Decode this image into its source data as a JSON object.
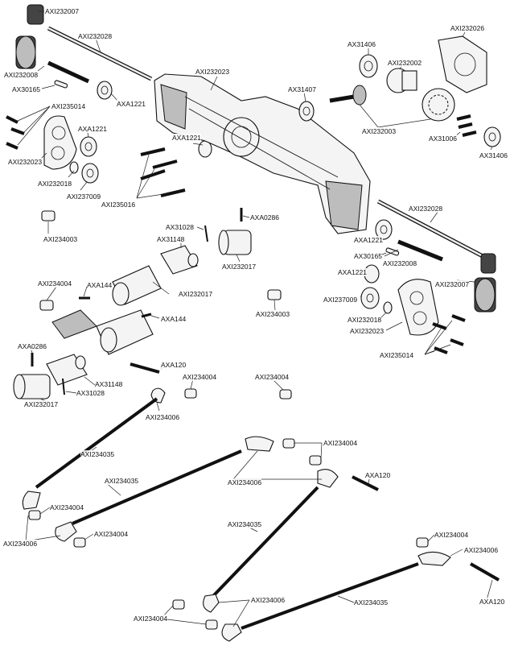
{
  "diagram": {
    "title": "",
    "labels": {
      "axi232007_top": "AXI232007",
      "axi232028_top": "AXI232028",
      "axi232008_top": "AXI232008",
      "ax30165_top": "AX30165",
      "axi235014_top": "AXI235014",
      "axa1221_a": "AXA1221",
      "axi232023_top": "AXI232023",
      "axa1221_b": "AXA1221",
      "axi232018_top": "AXI232018",
      "axi237009_top": "AXI237009",
      "axa1221_c": "AXA1221",
      "axi235016": "AXI235016",
      "axi232023_housing": "AXI232023",
      "ax31406_top": "AX31406",
      "axi232002": "AXI232002",
      "axi232026": "AXI232026",
      "ax31407": "AX31407",
      "axi232003": "AXI232003",
      "ax31006": "AX31006",
      "ax31406_right": "AX31406",
      "axi232028_right": "AXI232028",
      "axa1221_right1": "AXA1221",
      "ax30165_right": "AX30165",
      "axi232008_right": "AXI232008",
      "axa1221_right2": "AXA1221",
      "axi232007_right": "AXI232007",
      "axi237009_right": "AXI237009",
      "axi232018_right": "AXI232018",
      "axi232023_right": "AXI232023",
      "axi235014_right": "AXI235014",
      "axi234003_left": "AXI234003",
      "ax31028_top": "AX31028",
      "axa0286_top": "AXA0286",
      "ax31148_top": "AX31148",
      "axi232017_top": "AXI232017",
      "axi234004_mid": "AXI234004",
      "axa144_a": "AXA144",
      "axi232017_mid": "AXI232017",
      "axa144_b": "AXA144",
      "axi234003_mid": "AXI234003",
      "axa0286_bottom": "AXA0286",
      "axa120_a": "AXA120",
      "axi234004_b": "AXI234004",
      "ax31148_bottom": "AX31148",
      "ax31028_bottom": "AX31028",
      "axi232017_bottom": "AXI232017",
      "axi234006_a": "AXI234006",
      "axi234004_c": "AXI234004",
      "axi234035_a": "AXI234035",
      "axi234004_d": "AXI234004",
      "axi234035_b": "AXI234035",
      "axi234006_b": "AXI234006",
      "axa120_b": "AXA120",
      "axi234004_e": "AXI234004",
      "axi234006_c": "AXI234006",
      "axi234004_f": "AXI234004",
      "axi234035_c": "AXI234035",
      "axi234004_g": "AXI234004",
      "axi234006_d": "AXI234006",
      "axi234006_e": "AXI234006",
      "axi234035_d": "AXI234035",
      "axi234004_h": "AXI234004",
      "axa120_c": "AXA120"
    }
  }
}
